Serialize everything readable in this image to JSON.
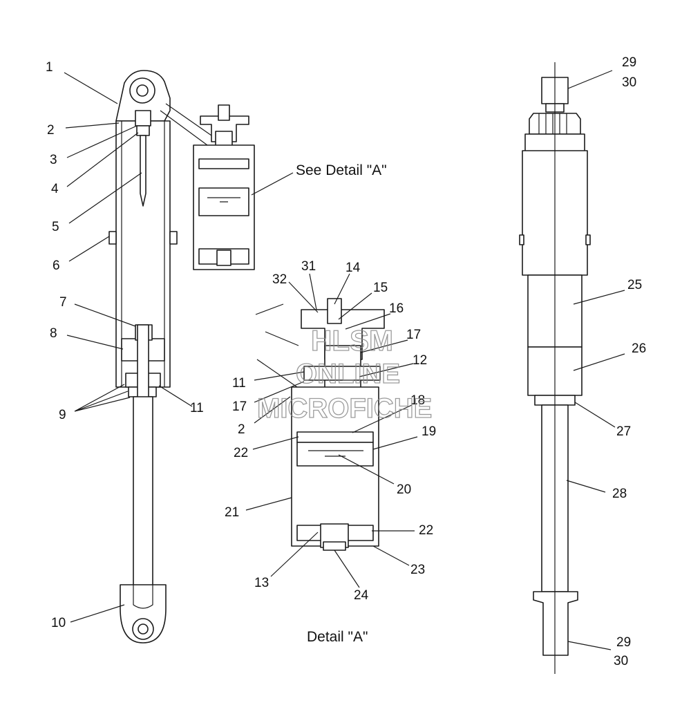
{
  "diagram": {
    "callouts": [
      {
        "id": "c1",
        "text": "1"
      },
      {
        "id": "c2",
        "text": "2"
      },
      {
        "id": "c3",
        "text": "3"
      },
      {
        "id": "c4",
        "text": "4"
      },
      {
        "id": "c5",
        "text": "5"
      },
      {
        "id": "c6",
        "text": "6"
      },
      {
        "id": "c7",
        "text": "7"
      },
      {
        "id": "c8",
        "text": "8"
      },
      {
        "id": "c9",
        "text": "9"
      },
      {
        "id": "c10",
        "text": "10"
      },
      {
        "id": "c11a",
        "text": "11"
      },
      {
        "id": "c29a",
        "text": "29"
      },
      {
        "id": "c30a",
        "text": "30"
      },
      {
        "id": "c25",
        "text": "25"
      },
      {
        "id": "c26",
        "text": "26"
      },
      {
        "id": "c27",
        "text": "27"
      },
      {
        "id": "c28",
        "text": "28"
      },
      {
        "id": "c29b",
        "text": "29"
      },
      {
        "id": "c30b",
        "text": "30"
      },
      {
        "id": "c31",
        "text": "31"
      },
      {
        "id": "c14",
        "text": "14"
      },
      {
        "id": "c32",
        "text": "32"
      },
      {
        "id": "c15",
        "text": "15"
      },
      {
        "id": "c16",
        "text": "16"
      },
      {
        "id": "c17a",
        "text": "17"
      },
      {
        "id": "c12",
        "text": "12"
      },
      {
        "id": "c11b",
        "text": "11"
      },
      {
        "id": "c17b",
        "text": "17"
      },
      {
        "id": "c2b",
        "text": "2"
      },
      {
        "id": "c18",
        "text": "18"
      },
      {
        "id": "c19",
        "text": "19"
      },
      {
        "id": "c22a",
        "text": "22"
      },
      {
        "id": "c20",
        "text": "20"
      },
      {
        "id": "c21",
        "text": "21"
      },
      {
        "id": "c22b",
        "text": "22"
      },
      {
        "id": "c13",
        "text": "13"
      },
      {
        "id": "c23",
        "text": "23"
      },
      {
        "id": "c24",
        "text": "24"
      }
    ],
    "see_detail_label": "See Detail \"A\"",
    "detail_caption": "Detail \"A\"",
    "watermark": {
      "line1": "HLSM",
      "line2": "ONLINE",
      "line3": "MICROFICHE"
    }
  }
}
